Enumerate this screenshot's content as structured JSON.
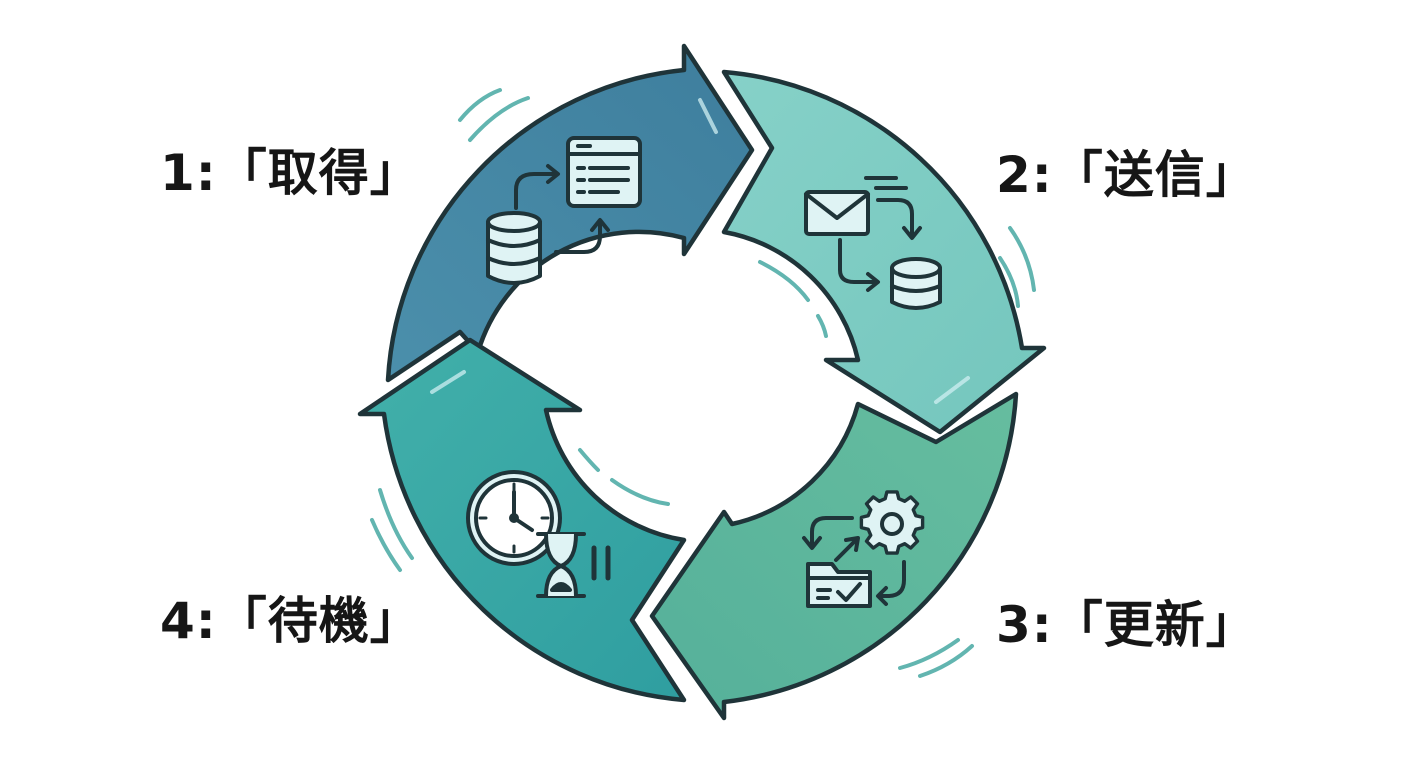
{
  "steps": [
    {
      "label": "1:「取得」",
      "icon": "database-to-window-icon",
      "color": "#4a8ca8"
    },
    {
      "label": "2:「送信」",
      "icon": "mail-to-database-icon",
      "color": "#7ecdc4"
    },
    {
      "label": "3:「更新」",
      "icon": "gear-folder-sync-icon",
      "color": "#5fb79e"
    },
    {
      "label": "4:「待機」",
      "icon": "clock-hourglass-pause-icon",
      "color": "#3aaaa6"
    }
  ],
  "colors": {
    "outline": "#1f3439",
    "accent_line": "#62b5b0",
    "background": "#ffffff"
  }
}
